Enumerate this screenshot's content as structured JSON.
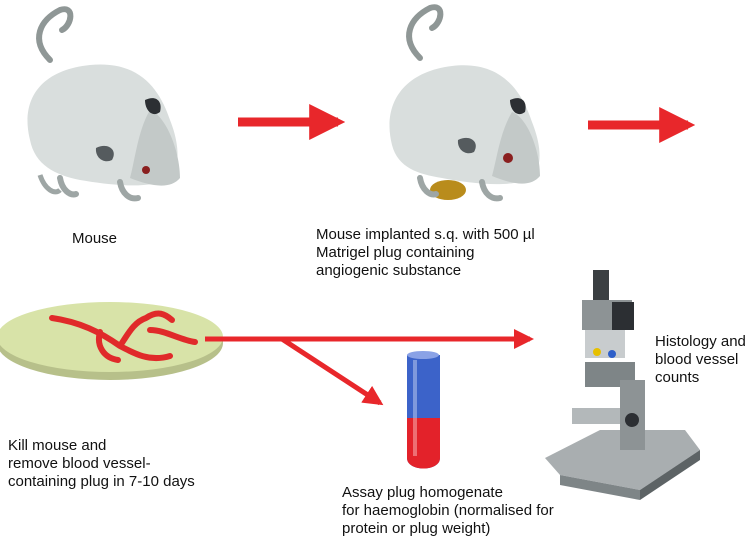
{
  "steps": {
    "mouse": {
      "label": "Mouse"
    },
    "implanted": {
      "lines": [
        "Mouse implanted s.q. with 500 µl",
        "Matrigel plug containing",
        "angiogenic substance"
      ]
    },
    "kill": {
      "lines": [
        "Kill mouse and",
        "remove blood vessel-",
        "containing plug in 7-10 days"
      ]
    },
    "assay": {
      "lines": [
        "Assay plug homogenate",
        "for haemoglobin (normalised for",
        "protein or plug weight)"
      ]
    },
    "histology": {
      "lines": [
        "Histology and",
        "blood vessel",
        "counts"
      ]
    }
  },
  "colors": {
    "arrow": "#e8272b",
    "mouse_body": "#d9dedd",
    "mouse_shade": "#9ea6a5",
    "plug": "#b98c1c",
    "dish": "#d8e3a8",
    "vessel": "#e02a2a",
    "tube_blue": "#3c63c9",
    "tube_red": "#e3222a",
    "microscope": "#a9aeb0"
  },
  "icons": {
    "mouse1": "mouse-icon",
    "mouse2": "mouse-implanted-icon",
    "dish": "vessel-plug-dish-icon",
    "tube": "test-tube-icon",
    "microscope": "microscope-icon"
  }
}
